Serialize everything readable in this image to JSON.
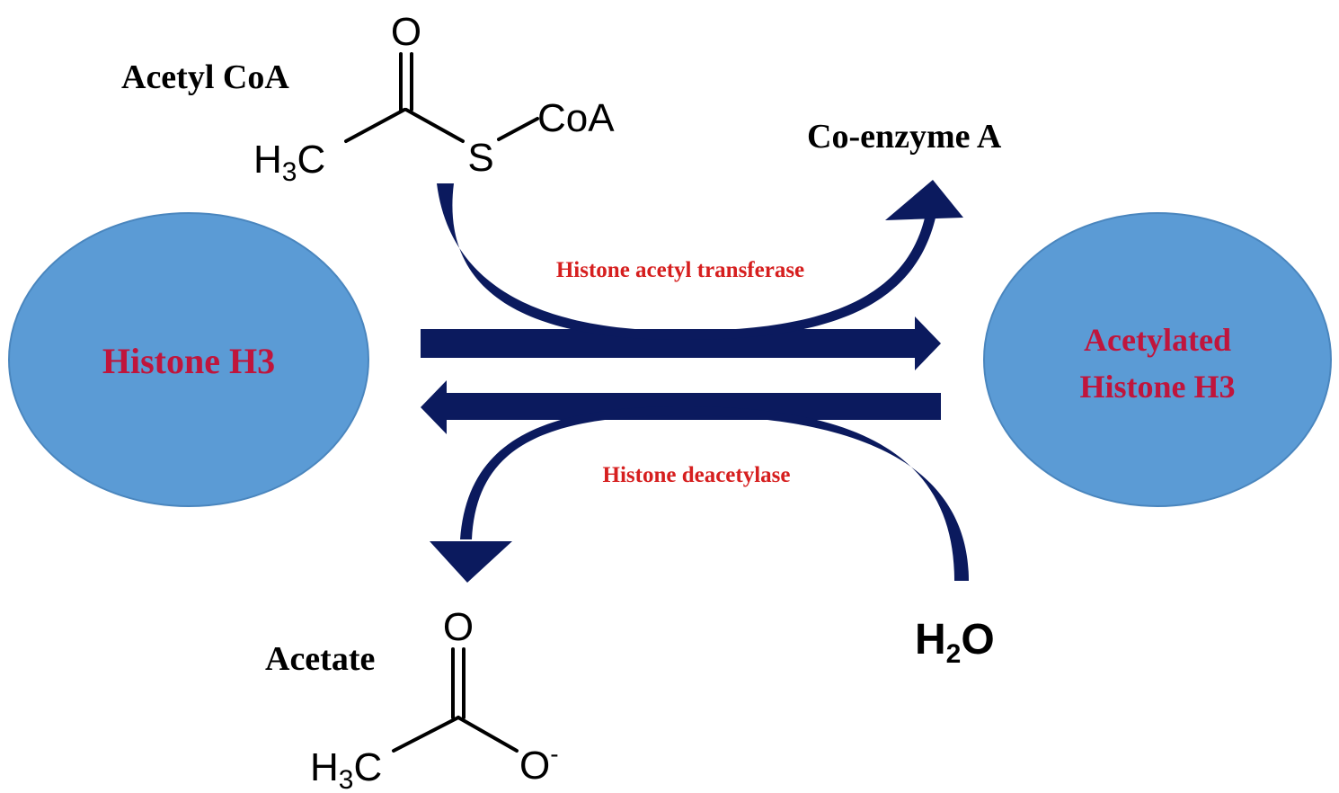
{
  "colors": {
    "arrow": "#0b1a5e",
    "ellipse_fill": "#5b9bd5",
    "ellipse_stroke": "#4a86be",
    "node_text": "#c0153c",
    "enzyme_text": "#d61f1f",
    "label_text": "#000000"
  },
  "nodes": {
    "histone": "Histone H3",
    "acetylated_line1": "Acetylated",
    "acetylated_line2": "Histone H3"
  },
  "enzymes": {
    "forward": "Histone acetyl transferase",
    "reverse": "Histone deacetylase"
  },
  "reagents": {
    "acetyl_coa": "Acetyl CoA",
    "coenzyme_a": "Co-enzyme A",
    "acetate": "Acetate",
    "water": {
      "main": "H",
      "sub": "2",
      "tail": "O"
    }
  },
  "structures": {
    "acetyl_coa": {
      "oxygen": "O",
      "methyl": {
        "main": "H",
        "sub": "3",
        "tail": "C"
      },
      "sulfur": "S",
      "coa": "CoA"
    },
    "acetate": {
      "oxygen": "O",
      "methyl": {
        "main": "H",
        "sub": "3",
        "tail": "C"
      },
      "oxide": {
        "main": "O",
        "sup": "-"
      }
    }
  },
  "icons": {
    "forward_arrow": "arrow-right-icon",
    "reverse_arrow": "arrow-left-icon",
    "curved_in": "curved-arrow-icon",
    "curved_out": "curved-arrow-icon"
  }
}
